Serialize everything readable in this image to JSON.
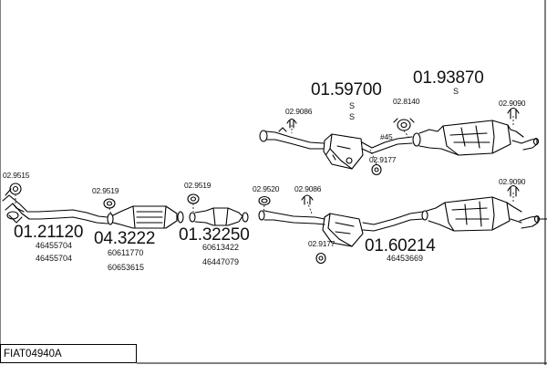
{
  "title": "FIAT04940A",
  "upper": {
    "part_a": "01.59700",
    "part_a_s1": "S",
    "part_a_s2": "S",
    "part_b": "01.93870",
    "part_b_s": "S",
    "c_9086": "02.9086",
    "c_8140": "02.8140",
    "c_9090": "02.9090",
    "c_9177": "02.9177",
    "n45": "#45"
  },
  "lower": {
    "c_9515": "02.9515",
    "c_9519a": "02.9519",
    "c_9519b": "02.9519",
    "c_9520": "02.9520",
    "c_9086": "02.9086",
    "c_9090": "02.9090",
    "c_9177": "02.9177",
    "p1": "01.21120",
    "p1_n1": "46455704",
    "p1_n2": "46455704",
    "p2": "04.3222",
    "p2_n1": "60611770",
    "p2_n2": "60653615",
    "p3": "01.32250",
    "p3_n1": "60613422",
    "p3_n2": "46447079",
    "p4": "01.60214",
    "p4_n1": "46453669"
  }
}
